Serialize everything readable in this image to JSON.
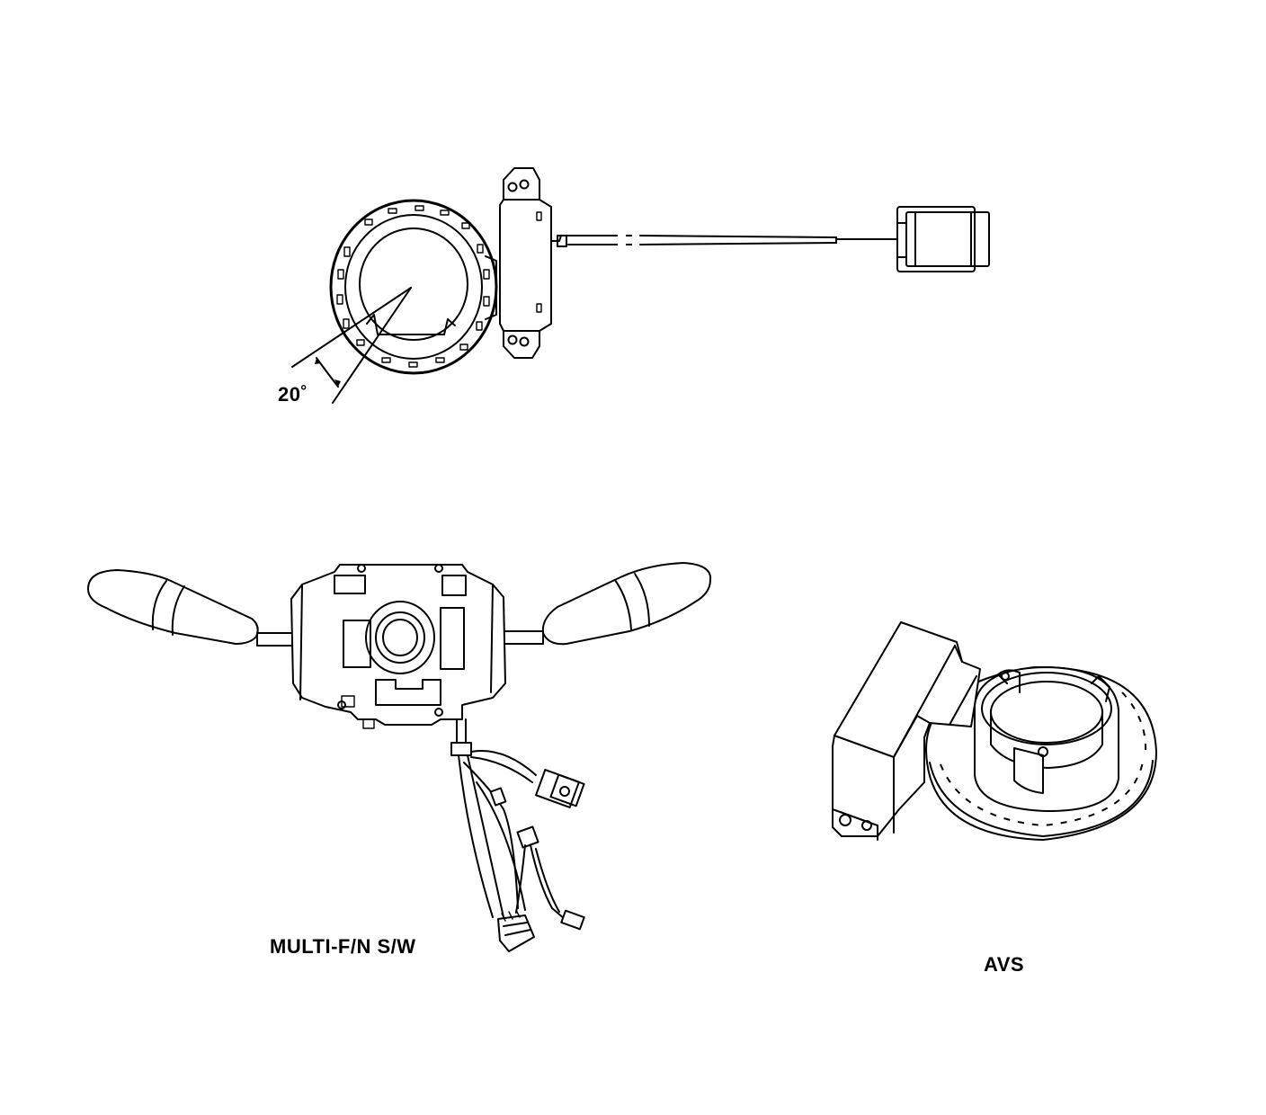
{
  "labels": {
    "angle": "20˚",
    "multi_function_switch": "MULTI-F/N S/W",
    "avs": "AVS"
  },
  "colors": {
    "line": "#000000",
    "background": "#ffffff"
  }
}
